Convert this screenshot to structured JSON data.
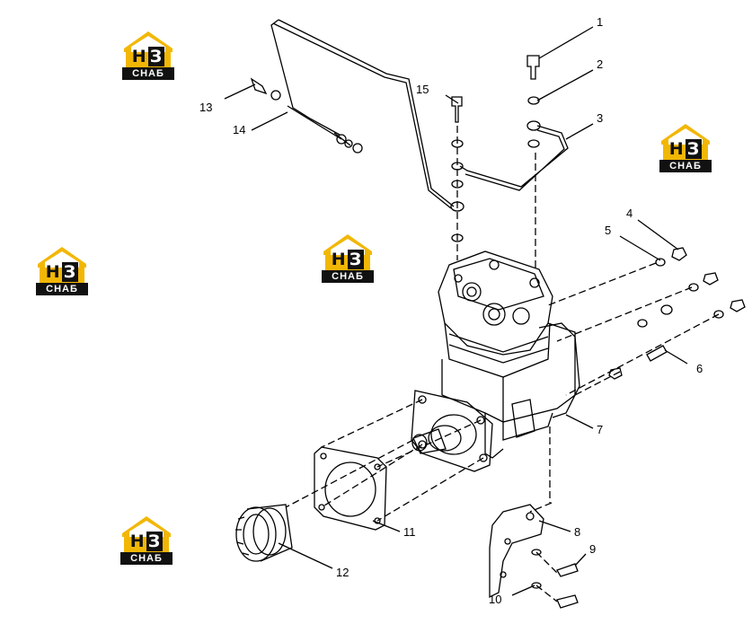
{
  "logo": {
    "mark": "Н",
    "mark_box": "З",
    "sub": "СНАБ"
  },
  "callouts": [
    {
      "id": "1",
      "label": "1"
    },
    {
      "id": "2",
      "label": "2"
    },
    {
      "id": "3",
      "label": "3"
    },
    {
      "id": "4",
      "label": "4"
    },
    {
      "id": "5",
      "label": "5"
    },
    {
      "id": "6",
      "label": "6"
    },
    {
      "id": "7",
      "label": "7"
    },
    {
      "id": "8",
      "label": "8"
    },
    {
      "id": "9",
      "label": "9"
    },
    {
      "id": "10",
      "label": "10"
    },
    {
      "id": "11",
      "label": "11"
    },
    {
      "id": "12",
      "label": "12"
    },
    {
      "id": "13",
      "label": "13"
    },
    {
      "id": "14",
      "label": "14"
    },
    {
      "id": "15",
      "label": "15"
    }
  ],
  "colors": {
    "logo_yellow": "#f2b705",
    "logo_dark": "#111111",
    "line": "#000000"
  }
}
